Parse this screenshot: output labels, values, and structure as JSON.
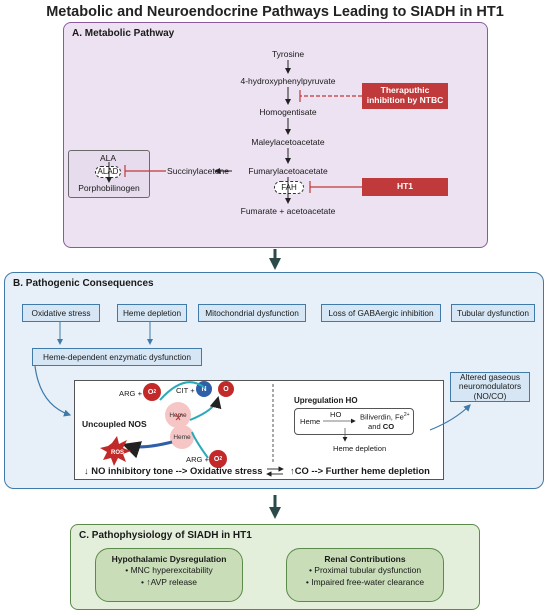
{
  "title": "Metabolic and Neuroendocrine Pathways Leading to SIADH in HT1",
  "panel_a": {
    "title": "A. Metabolic Pathway",
    "metabolites": {
      "tyrosine": "Tyrosine",
      "hppa": "4-hydroxyphenylpyruvate",
      "homogentisate": "Homogentisate",
      "maleylacetoacetate": "Maleylacetoacetate",
      "fumarylacetoacetate": "Fumarylacetoacetate",
      "fumarate": "Fumarate + acetoacetate",
      "succinylacetone": "Succinylacetone"
    },
    "inhibition_label": "Theraputhic inhibition by NTBC",
    "fah": "FAH",
    "ht1": "HT1",
    "ala": "ALA",
    "alad": "ALAD",
    "porphobilinogen": "Porphobilinogen"
  },
  "panel_b": {
    "title": "B. Pathogenic Consequences",
    "consequences": [
      "Oxidative stress",
      "Heme depletion",
      "Mitochondrial dysfunction",
      "Loss of GABAergic inhibition",
      "Tubular dysfunction"
    ],
    "heme_dysfunction": "Heme-dependent enzymatic dysfunction",
    "altered_gaseous": "Altered gaseous neuromodulators (NO/CO)",
    "nos": {
      "arg_top": "ARG +",
      "o2_top": "O",
      "cit": "CIT +",
      "n": "N",
      "o": "O",
      "heme": "Heme",
      "heme2": "Heme",
      "uncoupled": "Uncoupled NOS",
      "ros": "ROS",
      "arg_bottom": "ARG +",
      "o2_bottom": "O"
    },
    "ho": {
      "title": "Upregulation HO",
      "heme": "Heme",
      "enzyme": "HO",
      "products_1": "Biliverdin, Fe",
      "products_sup": "2+",
      "products_2": "and",
      "products_co": "CO",
      "heme_depletion": "Heme depletion"
    },
    "bottom_left": "↓ NO inhibitory tone --> Oxidative stress",
    "bottom_right": "↑CO --> Further heme depletion"
  },
  "panel_c": {
    "title": "C. Pathophysiology of SIADH in HT1",
    "hypothalamic": {
      "title": "Hypothalamic Dysregulation",
      "items": [
        "MNC hyperexcitability",
        "↑AVP release"
      ]
    },
    "renal": {
      "title": "Renal Contributions",
      "items": [
        "Proximal tubular dysfunction",
        "Impaired free-water clearance"
      ]
    }
  },
  "colors": {
    "panel_a_bg": "#ece2f1",
    "panel_b_bg": "#e7f0f8",
    "panel_c_bg": "#e4efdb",
    "inhibition_red": "#c0393b",
    "arrow_dark": "#2c4a4a"
  }
}
